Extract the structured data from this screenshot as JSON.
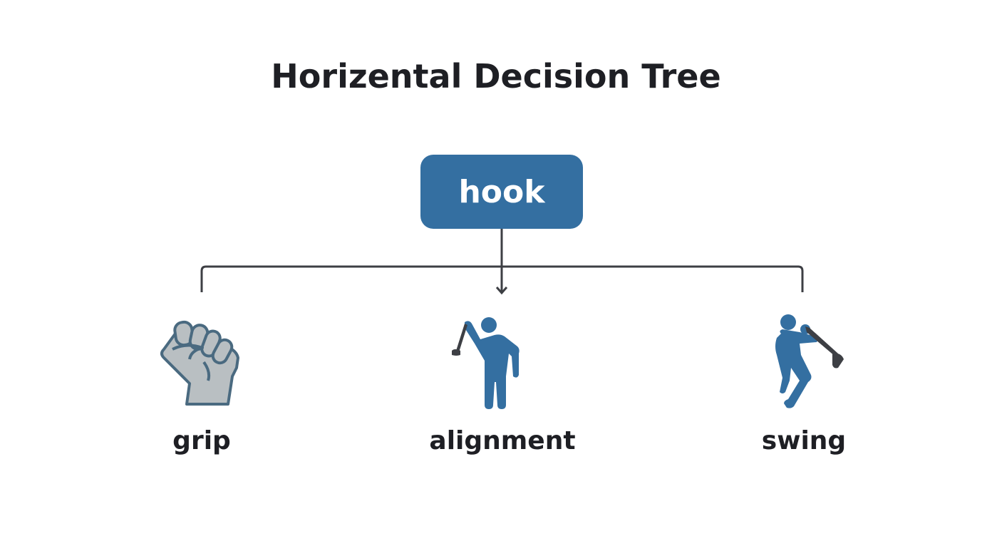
{
  "title": "Horizental Decision Tree",
  "root": {
    "label": "hook",
    "color": "#346fa1"
  },
  "children": [
    {
      "label": "grip",
      "icon": "fist-icon"
    },
    {
      "label": "alignment",
      "icon": "golfer-standing-icon"
    },
    {
      "label": "swing",
      "icon": "golfer-swinging-icon"
    }
  ],
  "colors": {
    "connector": "#3d3f44",
    "icon_blue": "#346fa1",
    "fist_fill": "#b9bfc2",
    "fist_stroke": "#4a6a80"
  }
}
